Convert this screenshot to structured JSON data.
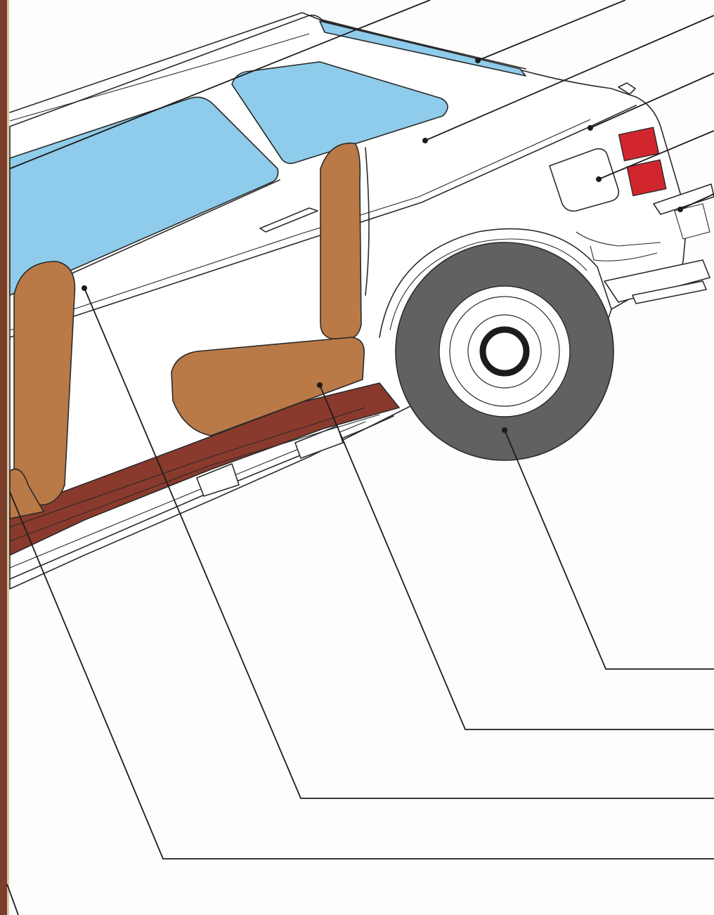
{
  "diagram": {
    "colors": {
      "glass": "#8fcbea",
      "seat": "#b97a48",
      "floor": "#8a3a2c",
      "tire": "#5f6163",
      "tail_light": "#d1262e",
      "body": "#ffffff",
      "line": "#1c1c1c",
      "page_edge": "#7a3e2a"
    },
    "callouts": [
      {
        "name": "rear-window-callout",
        "part": "rear-window"
      },
      {
        "name": "side-glass-callout",
        "part": "side-glass"
      },
      {
        "name": "roof-pillar-callout",
        "part": "c-pillar"
      },
      {
        "name": "trim-strip-callout",
        "part": "trim-strip"
      },
      {
        "name": "fuel-flap-callout",
        "part": "fuel-flap"
      },
      {
        "name": "rear-bumper-callout",
        "part": "rear-bumper"
      },
      {
        "name": "rear-wheel-callout",
        "part": "rear-wheel"
      },
      {
        "name": "rear-seat-callout",
        "part": "rear-seat"
      },
      {
        "name": "door-panel-callout",
        "part": "door-panel"
      },
      {
        "name": "front-seat-callout",
        "part": "front-seat"
      }
    ]
  }
}
